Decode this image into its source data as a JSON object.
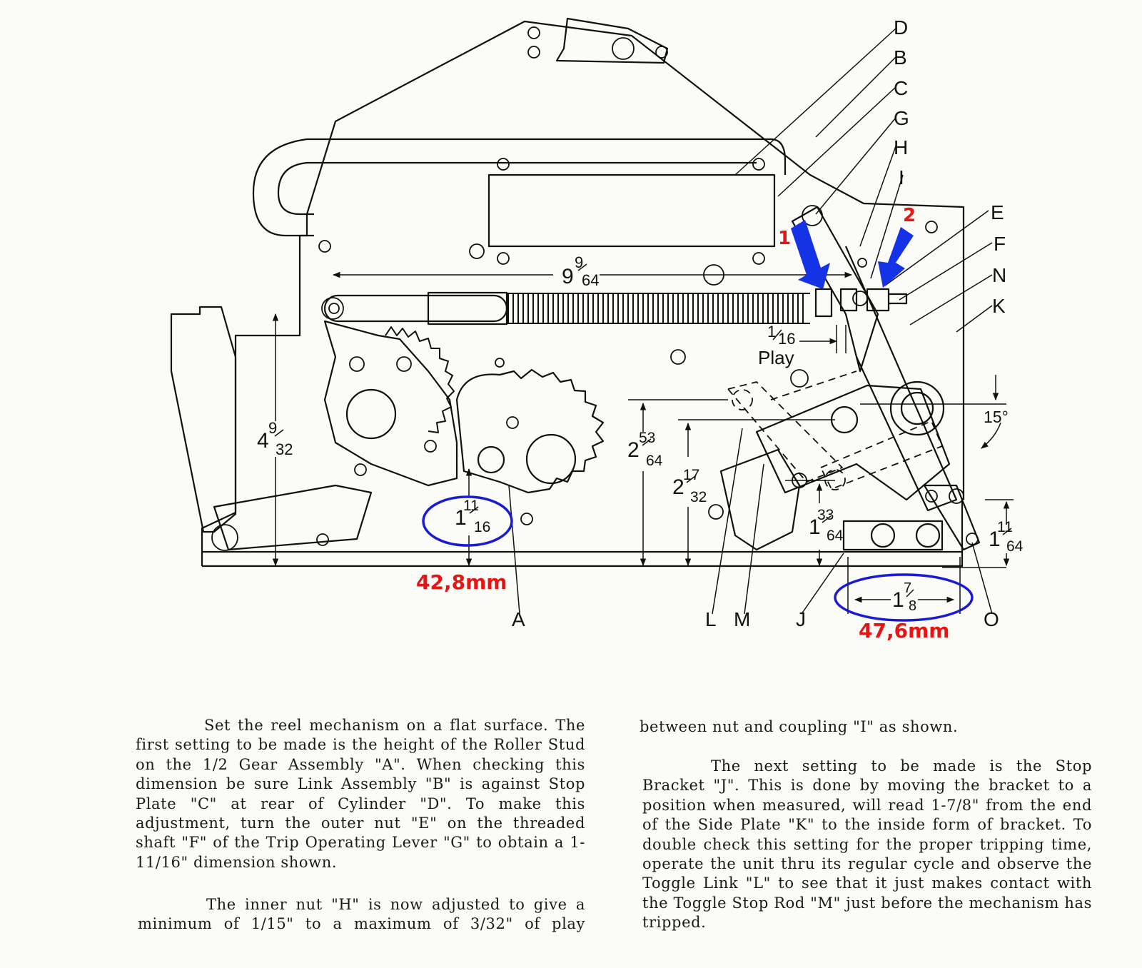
{
  "diagram": {
    "part_labels": {
      "A": "A",
      "B": "B",
      "C": "C",
      "D": "D",
      "E": "E",
      "F": "F",
      "G": "G",
      "H": "H",
      "I": "I",
      "J": "J",
      "K": "K",
      "L": "L",
      "M": "M",
      "N": "N",
      "O": "O"
    },
    "dimensions": {
      "d_9_9_64": {
        "whole": "9",
        "num": "9",
        "den": "64"
      },
      "d_4_9_32": {
        "whole": "4",
        "num": "9",
        "den": "32"
      },
      "d_1_11_16": {
        "whole": "1",
        "num": "11",
        "den": "16"
      },
      "d_2_53_64": {
        "whole": "2",
        "num": "53",
        "den": "64"
      },
      "d_2_17_32": {
        "whole": "2",
        "num": "17",
        "den": "32"
      },
      "d_1_33_64": {
        "whole": "1",
        "num": "33",
        "den": "64"
      },
      "d_1_11_64": {
        "whole": "1",
        "num": "11",
        "den": "64"
      },
      "d_1_7_8": {
        "whole": "1",
        "num": "7",
        "den": "8"
      },
      "d_1_16": {
        "whole": "",
        "num": "1",
        "den": "16"
      },
      "play": "Play",
      "angle": "15°"
    },
    "annotations": {
      "arrow_1": "1",
      "arrow_2": "2",
      "mm_left": "42,8mm",
      "mm_right": "47,6mm",
      "arrow_color": "#1433e6",
      "ellipse_color": "#1a1ad6",
      "mm_color": "#e81414"
    }
  },
  "text": {
    "left_p1": "Set the reel mechanism on a flat surface. The first setting to be made is the height of the Roller Stud on the 1/2 Gear Assembly \"A\".  When checking this dimension be sure Link Assembly \"B\" is against Stop Plate \"C\" at rear of Cylinder \"D\". To make this adjustment, turn the outer nut \"E\" on the threaded shaft \"F\" of the Trip Operating Lever \"G\" to obtain a 1-11/16\" dimension shown.",
    "left_p2": "The inner nut \"H\" is now adjusted to give a minimum of 1/15\" to a maximum of 3/32\" of play",
    "right_p1": "between nut and coupling \"I\" as shown.",
    "right_p2": "The next setting to be made is the Stop Bracket \"J\".  This is done by moving the bracket to a position when measured, will read 1-7/8\" from the end of the Side Plate \"K\" to the inside form of bracket. To double check this setting for the proper tripping time, operate the unit thru its regular cycle and observe the Toggle Link \"L\" to see that it just makes contact with the Toggle Stop Rod \"M\" just before the mechanism has tripped."
  }
}
